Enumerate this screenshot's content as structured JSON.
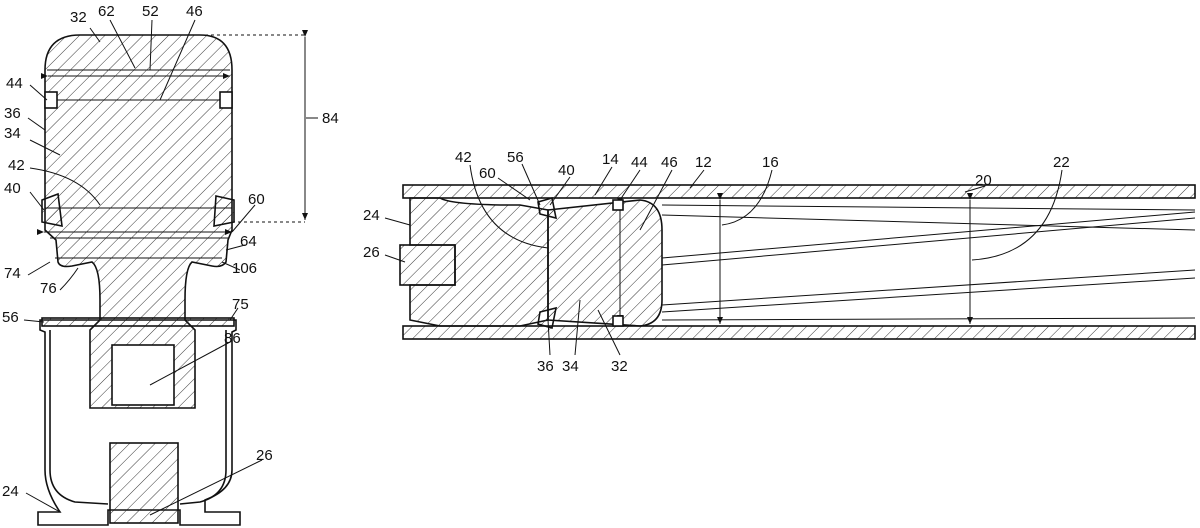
{
  "figure_left": {
    "labels": [
      "32",
      "62",
      "52",
      "46",
      "44",
      "36",
      "34",
      "84",
      "42",
      "40",
      "60",
      "64",
      "74",
      "76",
      "106",
      "56",
      "75",
      "86",
      "26",
      "24"
    ]
  },
  "figure_right": {
    "labels": [
      "42",
      "56",
      "60",
      "40",
      "14",
      "44",
      "46",
      "12",
      "16",
      "20",
      "22",
      "24",
      "26",
      "36",
      "34",
      "32"
    ]
  }
}
